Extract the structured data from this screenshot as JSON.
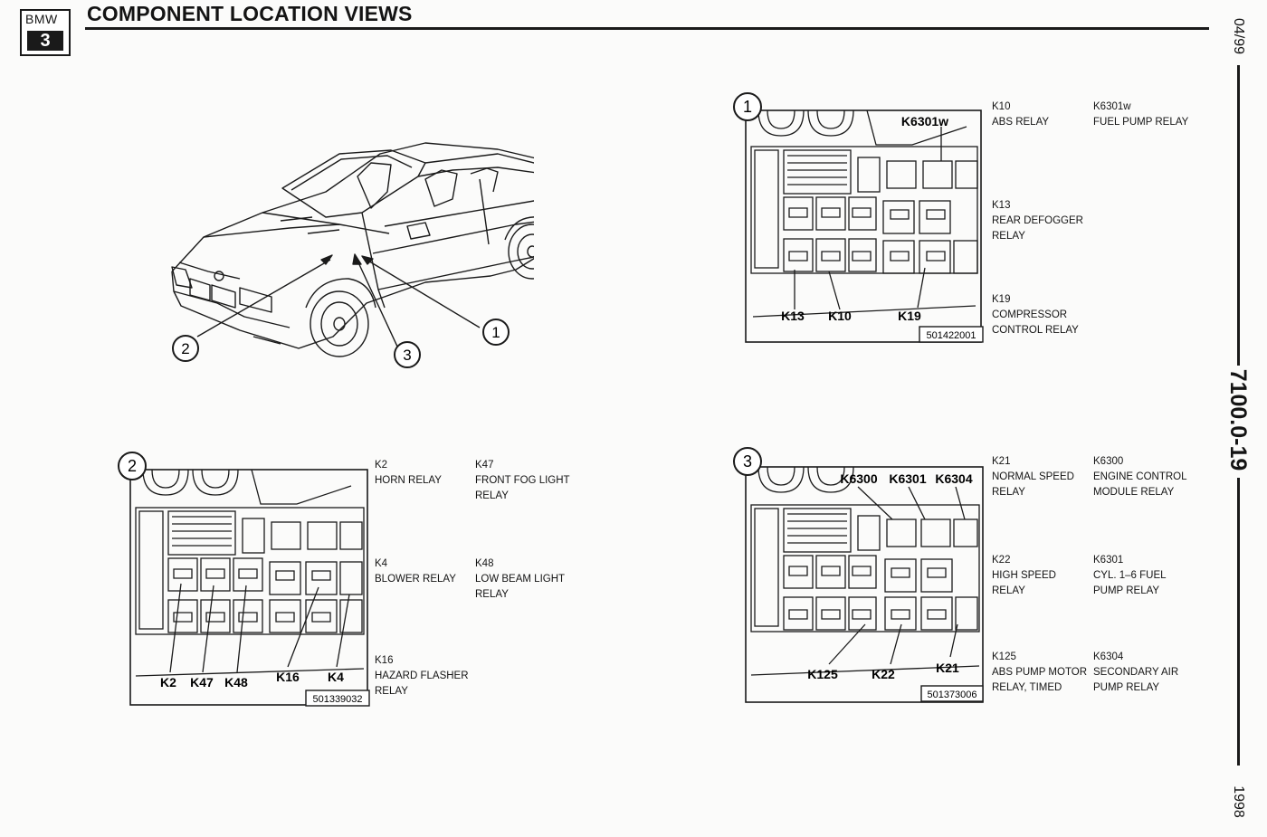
{
  "header": {
    "logo_brand": "BMW",
    "logo_series": "3",
    "title": "COMPONENT LOCATION VIEWS"
  },
  "margin": {
    "date": "04/99",
    "page_ref": "7100.0-19",
    "year": "1998"
  },
  "car_callouts": [
    "1",
    "2",
    "3"
  ],
  "view1": {
    "number": "1",
    "part_no": "501422001",
    "callouts": [
      "K6301w",
      "K13",
      "K10",
      "K19"
    ],
    "legend": [
      {
        "code": "K10",
        "lines": [
          "ABS RELAY"
        ]
      },
      {
        "code": "K6301w",
        "lines": [
          "FUEL PUMP RELAY"
        ]
      },
      {
        "code": "K13",
        "lines": [
          "REAR DEFOGGER",
          "RELAY"
        ]
      },
      {
        "code": "K19",
        "lines": [
          "COMPRESSOR",
          "CONTROL RELAY"
        ]
      }
    ]
  },
  "view2": {
    "number": "2",
    "part_no": "501339032",
    "callouts": [
      "K2",
      "K47",
      "K48",
      "K16",
      "K4"
    ],
    "legend": [
      {
        "code": "K2",
        "lines": [
          "HORN RELAY"
        ]
      },
      {
        "code": "K47",
        "lines": [
          "FRONT FOG LIGHT",
          "RELAY"
        ]
      },
      {
        "code": "K4",
        "lines": [
          "BLOWER RELAY"
        ]
      },
      {
        "code": "K48",
        "lines": [
          "LOW BEAM LIGHT",
          "RELAY"
        ]
      },
      {
        "code": "K16",
        "lines": [
          "HAZARD FLASHER",
          "RELAY"
        ]
      }
    ]
  },
  "view3": {
    "number": "3",
    "part_no": "501373006",
    "callouts": [
      "K6300",
      "K6301",
      "K6304",
      "K125",
      "K22",
      "K21"
    ],
    "legend": [
      {
        "code": "K21",
        "lines": [
          "NORMAL SPEED",
          "RELAY"
        ]
      },
      {
        "code": "K6300",
        "lines": [
          "ENGINE CONTROL",
          "MODULE RELAY"
        ]
      },
      {
        "code": "K22",
        "lines": [
          "HIGH SPEED",
          "RELAY"
        ]
      },
      {
        "code": "K6301",
        "lines": [
          "CYL. 1–6 FUEL",
          "PUMP RELAY"
        ]
      },
      {
        "code": "K125",
        "lines": [
          "ABS PUMP MOTOR",
          "RELAY, TIMED"
        ]
      },
      {
        "code": "K6304",
        "lines": [
          "SECONDARY AIR",
          "PUMP RELAY"
        ]
      }
    ]
  }
}
